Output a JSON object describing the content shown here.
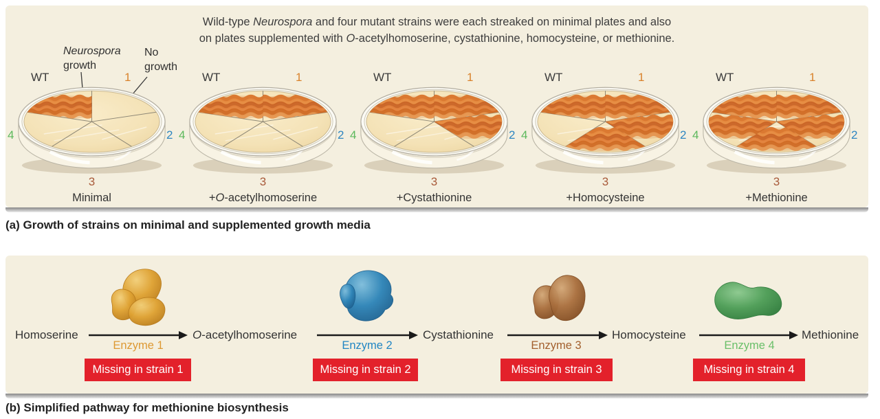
{
  "panel_a": {
    "header_line1": "Wild-type *Neurospora* and four mutant strains were each streaked on minimal plates and also",
    "header_line2": "on plates supplemented with *O*-acetylhomoserine, cystathionine, homocysteine, or methionine.",
    "annotations": {
      "growth_label": "*Neurospora* growth",
      "no_growth_label": "No growth"
    },
    "strain_labels": {
      "wt": "WT",
      "s1": "1",
      "s2": "2",
      "s3": "3",
      "s4": "4"
    },
    "strain_colors": {
      "wt": "#3a3a3a",
      "s1": "#d9822b",
      "s2": "#2e86c1",
      "s3": "#a85a3a",
      "s4": "#5cb85c"
    },
    "growth_color": "#d9742b",
    "plates": [
      {
        "label": "Minimal",
        "growth": [
          "WT"
        ]
      },
      {
        "label": "+*O*-acetylhomoserine",
        "growth": [
          "WT",
          "1"
        ]
      },
      {
        "label": "+Cystathionine",
        "growth": [
          "WT",
          "1",
          "2"
        ]
      },
      {
        "label": "+Homocysteine",
        "growth": [
          "WT",
          "1",
          "2",
          "3"
        ]
      },
      {
        "label": "+Methionine",
        "growth": [
          "WT",
          "1",
          "2",
          "3",
          "4"
        ]
      }
    ],
    "caption": "(a) Growth of strains on minimal and supplemented growth media"
  },
  "panel_b": {
    "metabolites": [
      "Homoserine",
      "*O*-acetylhomoserine",
      "Cystathionine",
      "Homocysteine",
      "Methionine"
    ],
    "steps": [
      {
        "enzyme_label": "Enzyme 1",
        "missing_label": "Missing in strain 1",
        "text_color": "#dd9933",
        "blob_base": "#dfa233",
        "blob_dark": "#b6791b",
        "blob_light": "#f2cf7a"
      },
      {
        "enzyme_label": "Enzyme 2",
        "missing_label": "Missing in strain 2",
        "text_color": "#2286c3",
        "blob_base": "#2f85b8",
        "blob_dark": "#1d5e8c",
        "blob_light": "#7fbedc"
      },
      {
        "enzyme_label": "Enzyme 3",
        "missing_label": "Missing in strain 3",
        "text_color": "#a3602e",
        "blob_base": "#a96f3e",
        "blob_dark": "#7e4a21",
        "blob_light": "#d3a878"
      },
      {
        "enzyme_label": "Enzyme 4",
        "missing_label": "Missing in strain 4",
        "text_color": "#6abf69",
        "blob_base": "#4e9e57",
        "blob_dark": "#2f7a3c",
        "blob_light": "#8cc98f"
      }
    ],
    "missing_box_color": "#e3212b",
    "caption": "(b) Simplified pathway for methionine biosynthesis"
  }
}
